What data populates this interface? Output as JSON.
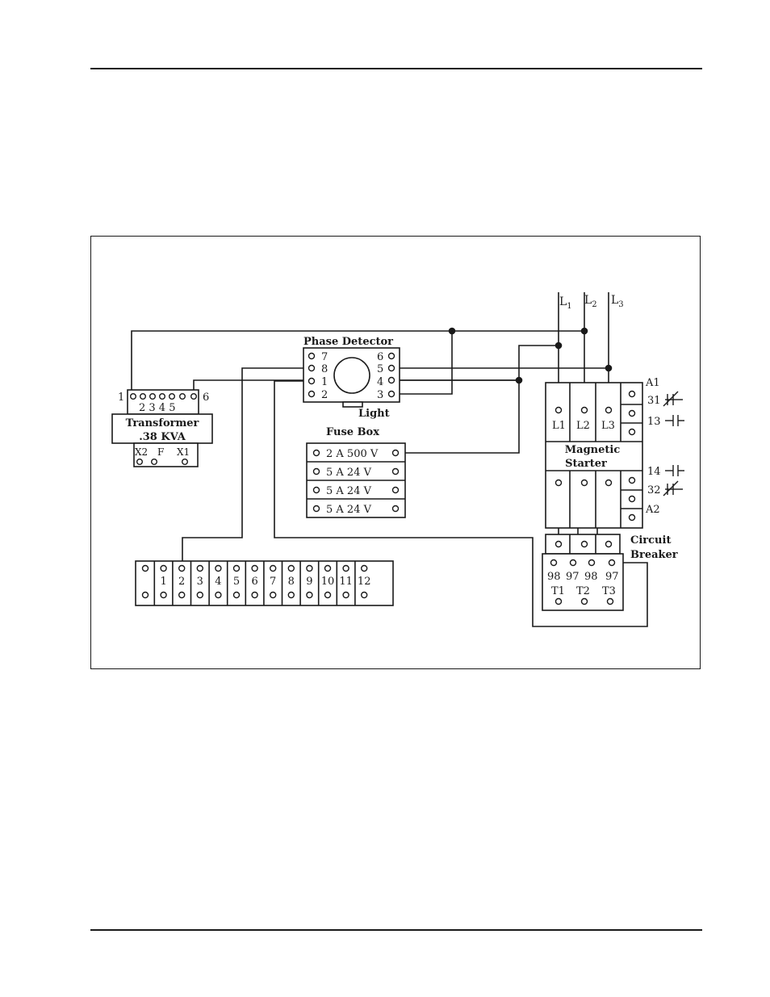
{
  "lines": {
    "l1": "L",
    "l1_sub": "1",
    "l2": "L",
    "l2_sub": "2",
    "l3": "L",
    "l3_sub": "3"
  },
  "phase_detector": {
    "title": "Phase Detector",
    "left_pins": [
      "7",
      "8",
      "1",
      "2"
    ],
    "right_pins": [
      "6",
      "5",
      "4",
      "3"
    ],
    "light_label": "Light"
  },
  "transformer": {
    "title": "Transformer",
    "rating": ".38 KVA",
    "pin_first": "1",
    "pin_last": "6",
    "middle_pins": "2 3 4 5",
    "secondary_labels": [
      "X2",
      "F",
      "X1"
    ]
  },
  "fuse_box": {
    "title": "Fuse Box",
    "fuses": [
      "2 A 500 V",
      "5 A 24 V",
      "5 A 24 V",
      "5 A 24 V"
    ]
  },
  "magnetic_starter": {
    "title_line1": "Magnetic",
    "title_line2": "Starter",
    "line_terminals": [
      "L1",
      "L2",
      "L3"
    ],
    "aux_top": [
      "A1",
      "31",
      "13"
    ],
    "aux_bottom": [
      "14",
      "32",
      "A2"
    ]
  },
  "circuit_breaker": {
    "title_line1": "Circuit",
    "title_line2": "Breaker",
    "contacts": [
      "98",
      "97",
      "98",
      "97"
    ],
    "load_terminals": [
      "T1",
      "T2",
      "T3"
    ]
  },
  "terminal_strip": {
    "numbers": [
      "1",
      "2",
      "3",
      "4",
      "5",
      "6",
      "7",
      "8",
      "9",
      "10",
      "11",
      "12"
    ]
  }
}
